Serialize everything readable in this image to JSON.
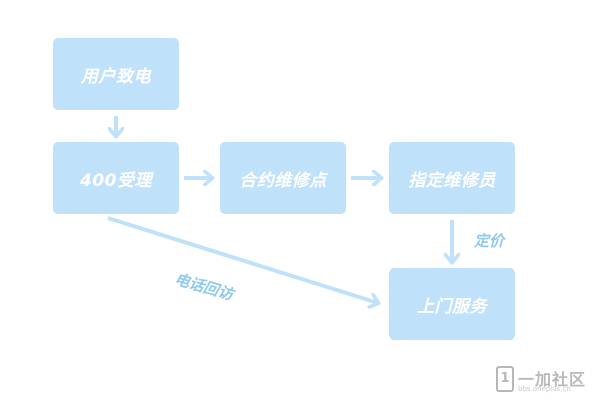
{
  "diagram": {
    "nodes": {
      "caller": "用户致电",
      "accept": "400受理",
      "appoint": "合约维修点",
      "assign": "指定维修员",
      "service": "上门服务"
    },
    "edges": {
      "assign_to_service": "定价",
      "accept_to_service": "电话回访"
    }
  },
  "colors": {
    "node_fill": "#bfe1f9",
    "node_text": "#ffffff",
    "arrow": "#bfe1f9",
    "edge_label": "#8fc9ee"
  },
  "watermark": {
    "logo_glyph": "1",
    "brand": "一加社区",
    "url": "bbs.oneplus.cn"
  }
}
